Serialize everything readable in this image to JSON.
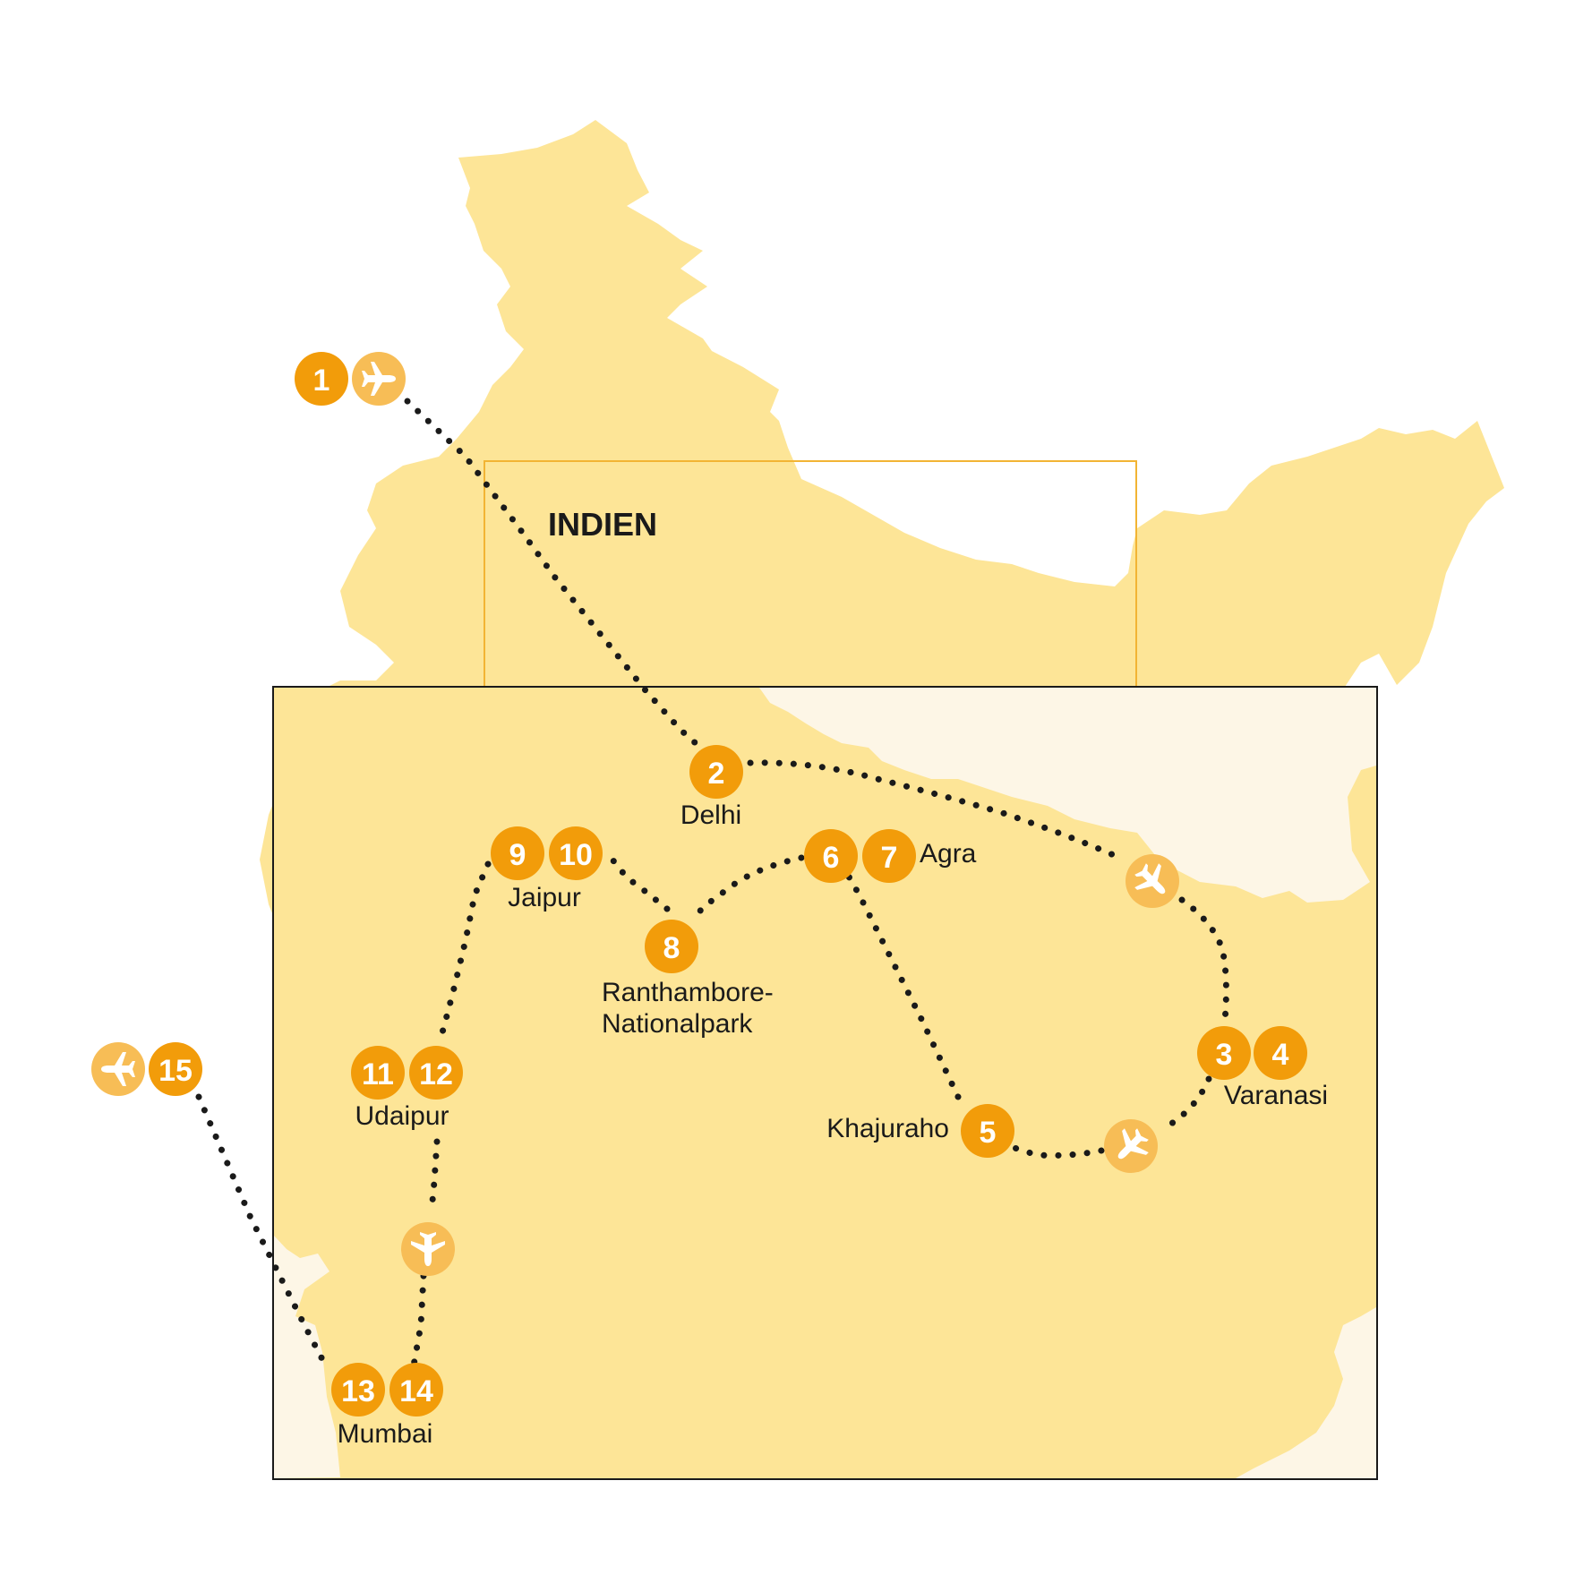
{
  "map": {
    "country_label": "INDIEN",
    "colors": {
      "land": "#fde597",
      "inset_bg": "#fde597",
      "outside_land": "#fdf6e6",
      "stop": "#f29c0a",
      "flight_marker": "#f7bd56",
      "route": "#1a1a1a",
      "frame_orange": "#f2b434",
      "frame_black": "#1a1a1a"
    },
    "places": {
      "delhi": "Delhi",
      "agra": "Agra",
      "jaipur": "Jaipur",
      "ranthambore_1": "Ranthambore-",
      "ranthambore_2": "Nationalpark",
      "udaipur": "Udaipur",
      "mumbai": "Mumbai",
      "varanasi": "Varanasi",
      "khajuraho": "Khajuraho"
    },
    "stops": {
      "s1": "1",
      "s2": "2",
      "s3": "3",
      "s4": "4",
      "s5": "5",
      "s6": "6",
      "s7": "7",
      "s8": "8",
      "s9": "9",
      "s10": "10",
      "s11": "11",
      "s12": "12",
      "s13": "13",
      "s14": "14",
      "s15": "15"
    },
    "icons": {
      "flight": "airplane-icon"
    }
  }
}
